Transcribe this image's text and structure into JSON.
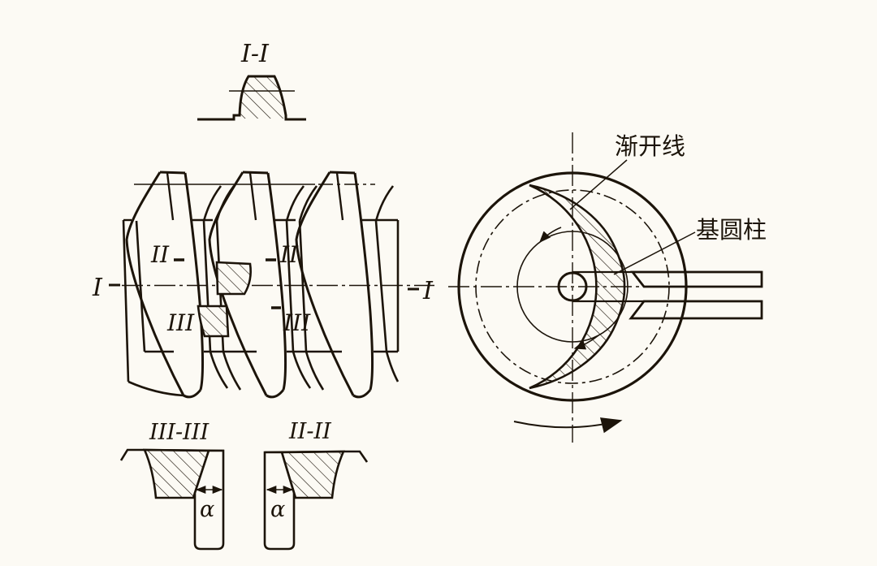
{
  "figure": {
    "background": "#fcfaf4",
    "line_color": "#1c140a",
    "type": "engineering-diagram",
    "subject": "involute worm thread with sections and end view"
  },
  "labels": {
    "section_i_title": "I-I",
    "axis_left": "I",
    "axis_right": "I",
    "section_ii_left": "II",
    "section_ii_right": "II",
    "section_iii_left": "III",
    "section_iii_right": "III",
    "section_iii_title": "III-III",
    "section_ii_title": "II-II",
    "alpha_left": "α",
    "alpha_right": "α",
    "involute": "渐开线",
    "base_cylinder": "基圆柱"
  }
}
